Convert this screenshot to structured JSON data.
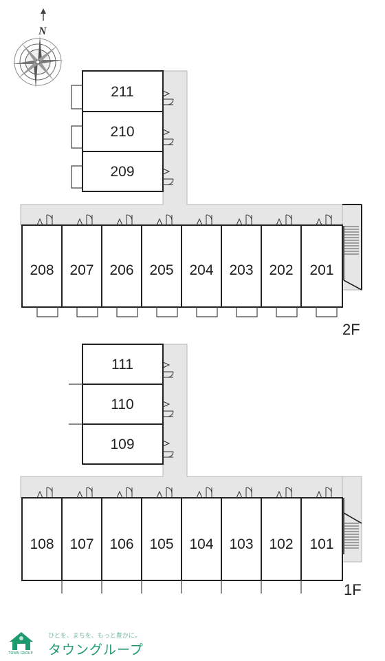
{
  "compass": {
    "north_label": "N"
  },
  "floors": [
    {
      "id": "2F",
      "label": "2F",
      "branch_rooms": [
        "211",
        "210",
        "209"
      ],
      "row_rooms": [
        "208",
        "207",
        "206",
        "205",
        "204",
        "203",
        "202",
        "201"
      ]
    },
    {
      "id": "1F",
      "label": "1F",
      "branch_rooms": [
        "111",
        "110",
        "109"
      ],
      "row_rooms": [
        "108",
        "107",
        "106",
        "105",
        "104",
        "103",
        "102",
        "101"
      ]
    }
  ],
  "logo": {
    "tagline": "ひとを、まちを、もっと豊かに。",
    "name": "タウングループ",
    "mark_text": "TOWN GROUP"
  },
  "colors": {
    "corridor": "#e6e6e6",
    "corridor_edge": "#b5b5b5",
    "wall": "#222222",
    "brand": "#1e9a6e"
  }
}
